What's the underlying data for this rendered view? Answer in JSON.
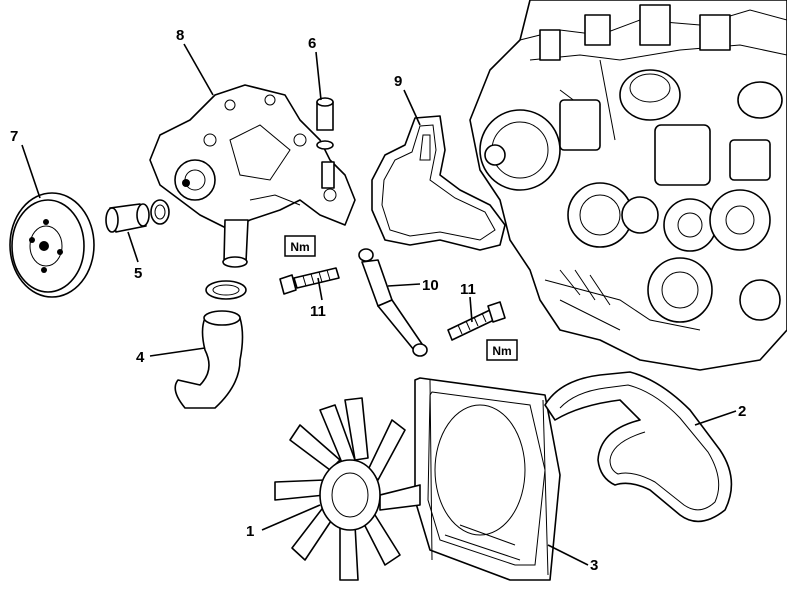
{
  "callouts": {
    "c1": "1",
    "c2": "2",
    "c3": "3",
    "c4": "4",
    "c5": "5",
    "c6": "6",
    "c7": "7",
    "c8": "8",
    "c9": "9",
    "c10": "10",
    "c11a": "11",
    "c11b": "11"
  },
  "torque_badges": {
    "nm1": "Nm",
    "nm2": "Nm"
  },
  "parts": [
    {
      "key": "c1",
      "label": "fan"
    },
    {
      "key": "c2",
      "label": "belt"
    },
    {
      "key": "c3",
      "label": "fan-shroud"
    },
    {
      "key": "c4",
      "label": "hose"
    },
    {
      "key": "c5",
      "label": "sleeve"
    },
    {
      "key": "c6",
      "label": "pipe"
    },
    {
      "key": "c7",
      "label": "pulley"
    },
    {
      "key": "c8",
      "label": "water-pump"
    },
    {
      "key": "c9",
      "label": "gasket"
    },
    {
      "key": "c10",
      "label": "damper"
    },
    {
      "key": "c11a",
      "label": "bolt"
    },
    {
      "key": "c11b",
      "label": "bolt"
    }
  ]
}
